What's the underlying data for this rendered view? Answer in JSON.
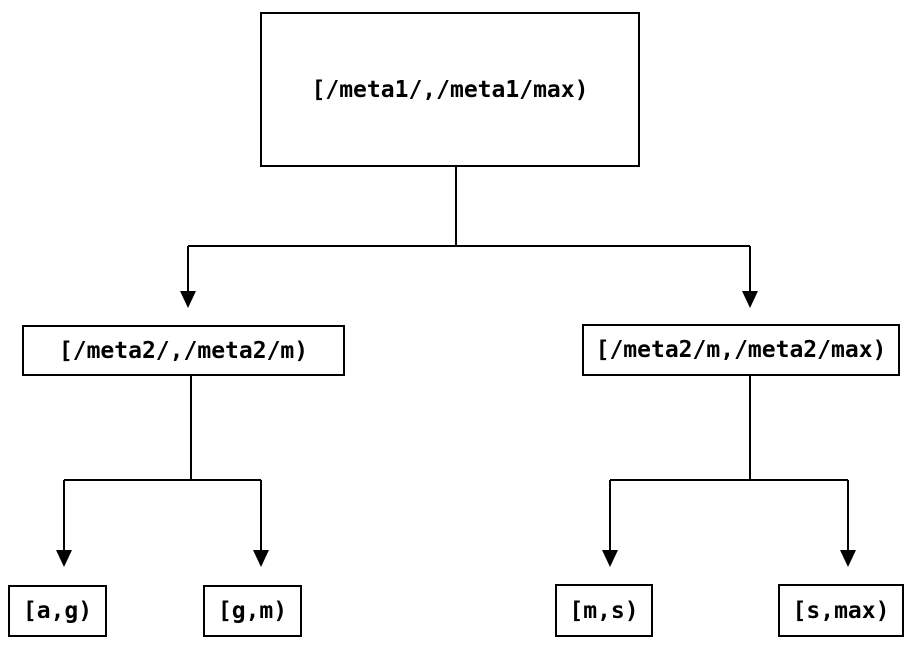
{
  "colors": {
    "background": "#ffffff",
    "line": "#000000",
    "text": "#000000"
  },
  "tree": {
    "label": "[/meta1/,/meta1/max)",
    "children": [
      {
        "label": "[/meta2/,/meta2/m)",
        "children": [
          {
            "label": "[a,g)"
          },
          {
            "label": "[g,m)"
          }
        ]
      },
      {
        "label": "[/meta2/m,/meta2/max)",
        "children": [
          {
            "label": "[m,s)"
          },
          {
            "label": "[s,max)"
          }
        ]
      }
    ]
  }
}
